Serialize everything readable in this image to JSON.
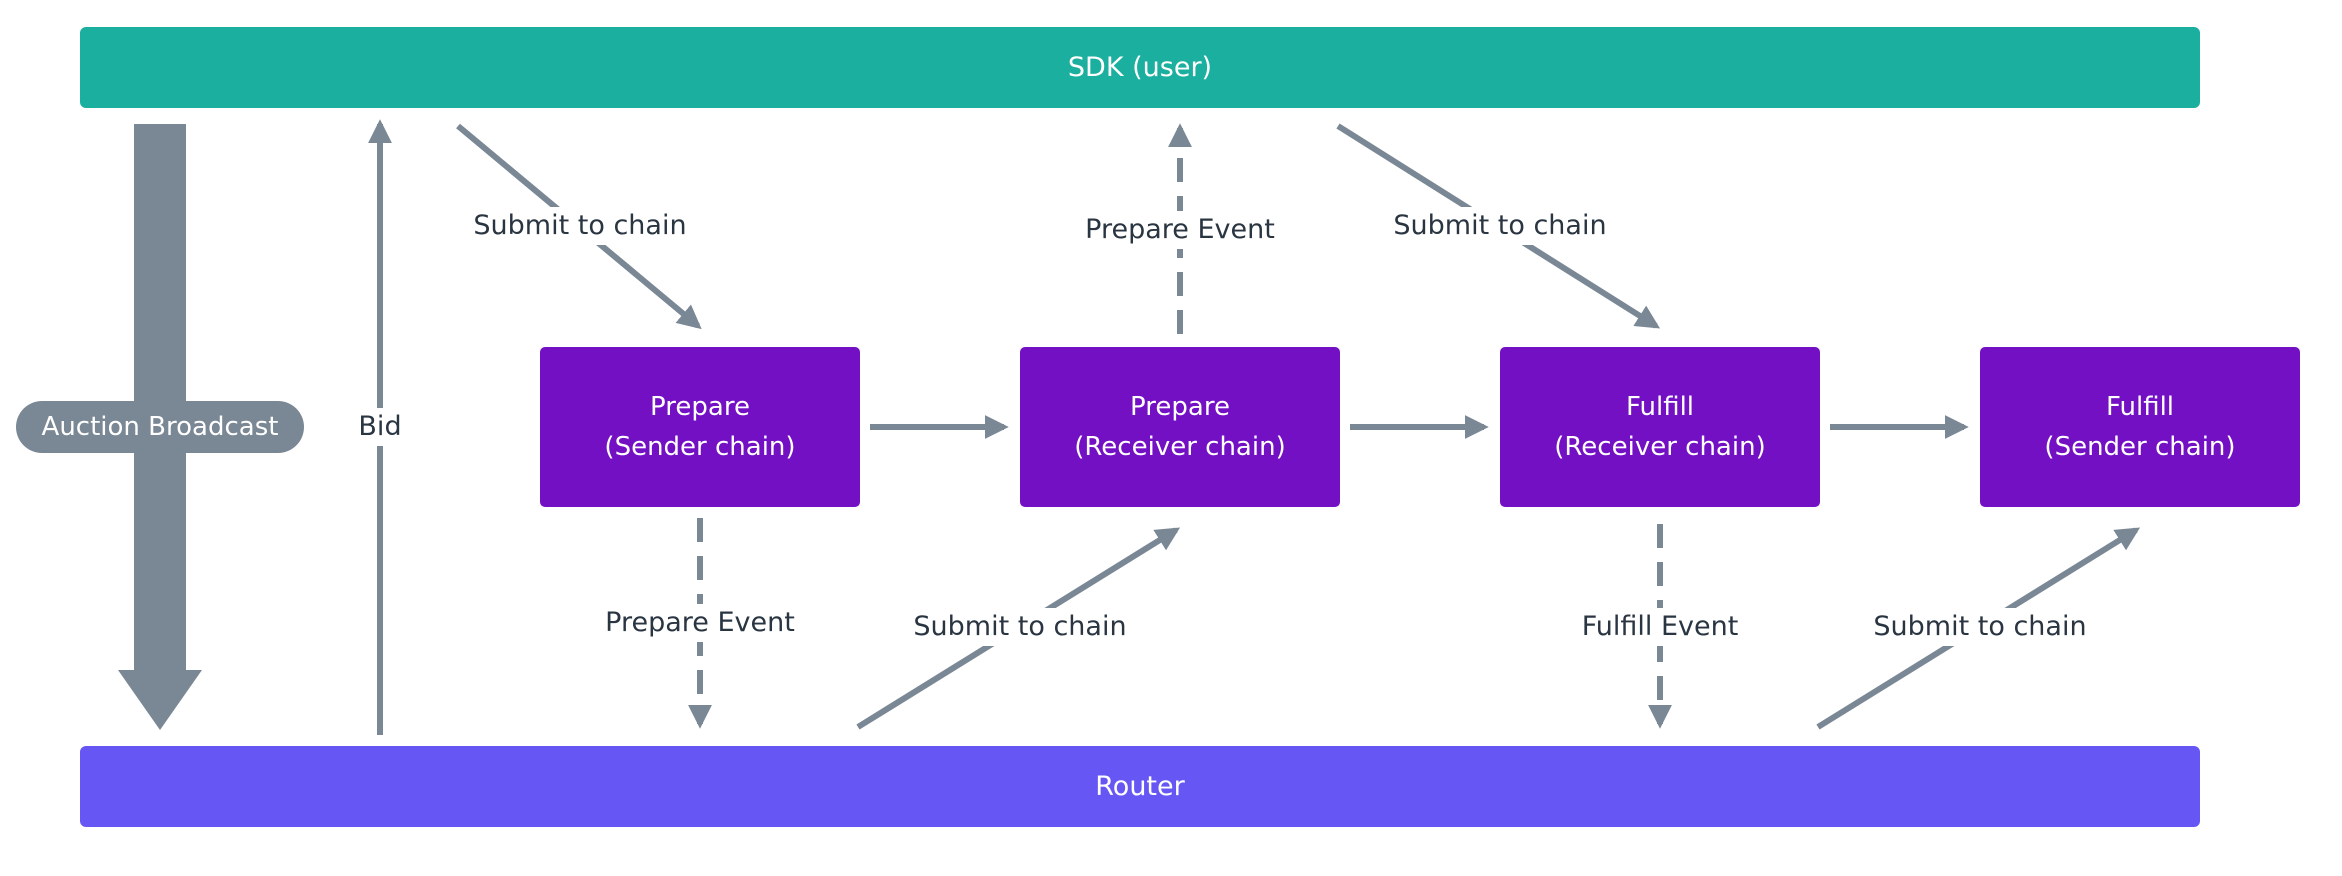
{
  "colors": {
    "sdk": "#1aaf9f",
    "router": "#6657f5",
    "step": "#7410c4",
    "arrow": "#7a8794",
    "text": "#2a3542"
  },
  "sdk": {
    "label": "SDK (user)"
  },
  "router": {
    "label": "Router"
  },
  "auction": {
    "label": "Auction Broadcast"
  },
  "bid": {
    "label": "Bid"
  },
  "steps": [
    {
      "line1": "Prepare",
      "line2": "(Sender chain)"
    },
    {
      "line1": "Prepare",
      "line2": "(Receiver chain)"
    },
    {
      "line1": "Fulfill",
      "line2": "(Receiver chain)"
    },
    {
      "line1": "Fulfill",
      "line2": "(Sender chain)"
    }
  ],
  "edges": [
    "Submit to chain",
    "Prepare Event",
    "Submit to chain",
    "Prepare Event",
    "Submit to chain",
    "Fulfill Event",
    "Submit to chain"
  ]
}
